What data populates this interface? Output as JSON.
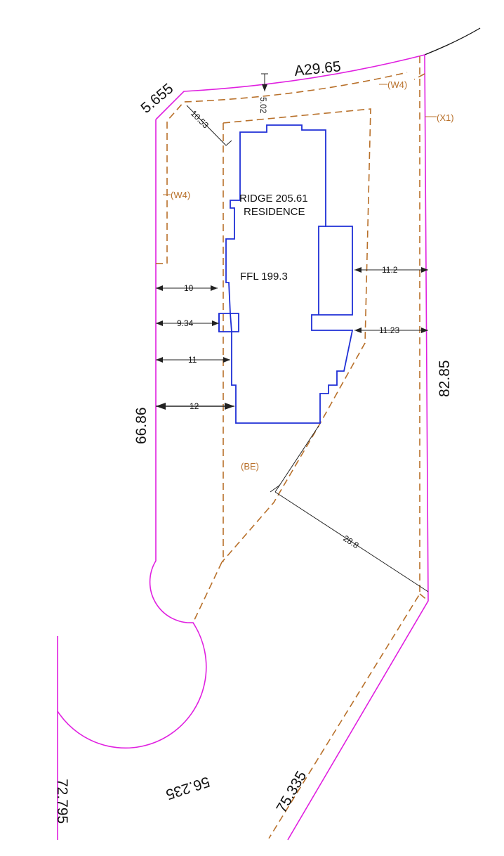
{
  "colors": {
    "boundary": "#e020e0",
    "setback": "#b8702a",
    "building": "#1f2fd6",
    "dimension": "#222222"
  },
  "labels": {
    "arc_top": "A29.65",
    "seg_nw": "5.655",
    "arc_bottom": "56.235",
    "left_long": "66.86",
    "right_long": "82.85",
    "bottom_left": "72.795",
    "bottom_right": "75.335",
    "ridge": "RIDGE 205.61",
    "residence": "RESIDENCE",
    "ffl": "FFL 199.3",
    "tag_w4_top": "(W4)",
    "tag_w4_left": "(W4)",
    "tag_x1": "(X1)",
    "tag_be": "(BE)"
  },
  "dimensions": {
    "d_502": "5.02",
    "d_1053": "10.53",
    "d_10": "10",
    "d_934": "9.34",
    "d_11": "11",
    "d_12": "12",
    "d_112": "11.2",
    "d_1123": "11.23",
    "d_288": "28.8"
  }
}
